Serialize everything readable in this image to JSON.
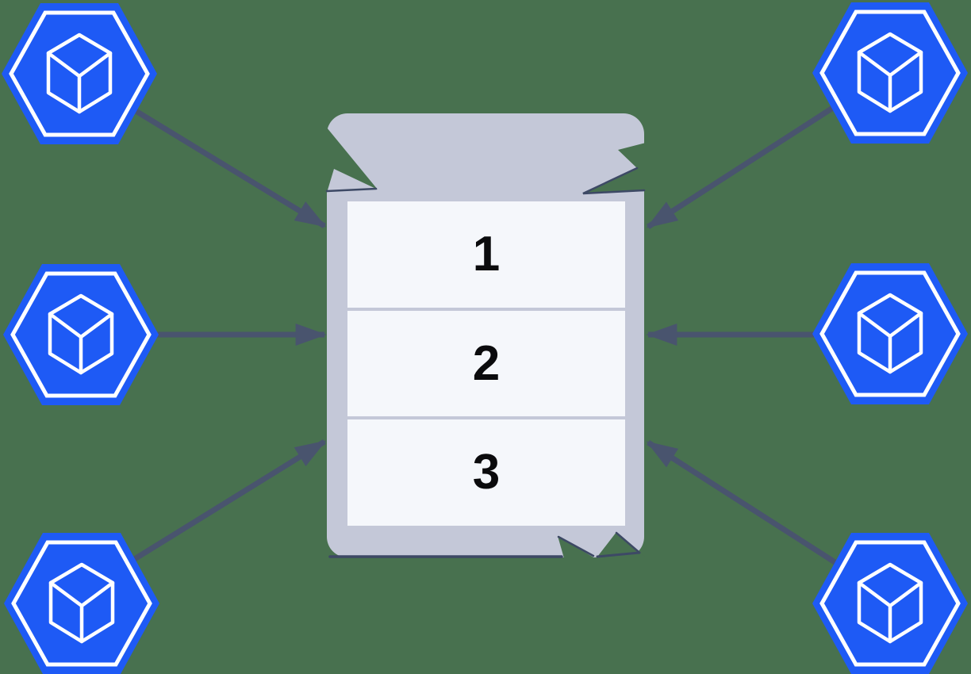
{
  "diagram": {
    "description": "Six hexagonal nodes sending arrows into a central torn container holding an ordered list",
    "background_color": "#48714F",
    "node_color": "#1E5AF5",
    "node_outline_color": "#FFFFFF",
    "node_icon": "cube-icon",
    "arrow_color": "#49546E",
    "container_color": "#C4C8D8",
    "row_color": "#F5F7FB",
    "row_text_color": "#0B0B0D",
    "rows": [
      {
        "label": "1"
      },
      {
        "label": "2"
      },
      {
        "label": "3"
      }
    ],
    "nodes": [
      {
        "id": "top-left"
      },
      {
        "id": "middle-left"
      },
      {
        "id": "bottom-left"
      },
      {
        "id": "top-right"
      },
      {
        "id": "middle-right"
      },
      {
        "id": "bottom-right"
      }
    ]
  }
}
